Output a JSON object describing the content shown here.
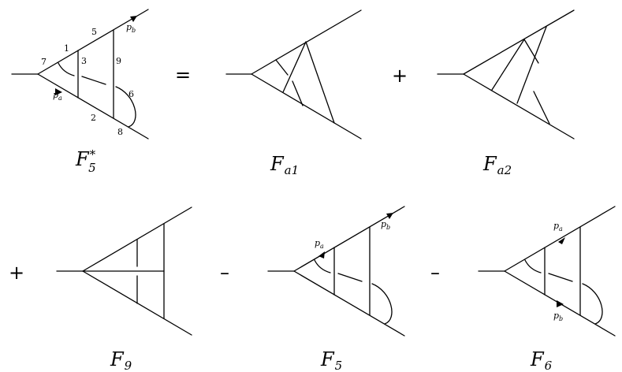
{
  "diagrams": [
    {
      "caption": {
        "base": "F",
        "sub": "5",
        "sup": "*"
      },
      "labels": [
        "1",
        "2",
        "3",
        "5",
        "6",
        "7",
        "8",
        "9"
      ],
      "momenta": [
        {
          "base": "p",
          "sub": "a"
        },
        {
          "base": "p",
          "sub": "b"
        }
      ]
    },
    {
      "caption": {
        "base": "F",
        "sub": "a1"
      }
    },
    {
      "caption": {
        "base": "F",
        "sub": "a2"
      }
    },
    {
      "caption": {
        "base": "F",
        "sub": "9"
      }
    },
    {
      "caption": {
        "base": "F",
        "sub": "5"
      },
      "momenta": [
        {
          "base": "p",
          "sub": "a"
        },
        {
          "base": "p",
          "sub": "b"
        }
      ]
    },
    {
      "caption": {
        "base": "F",
        "sub": "6"
      },
      "momenta": [
        {
          "base": "p",
          "sub": "a"
        },
        {
          "base": "p",
          "sub": "b"
        }
      ]
    }
  ],
  "operators": [
    "=",
    "+",
    "+",
    "–",
    "–"
  ]
}
